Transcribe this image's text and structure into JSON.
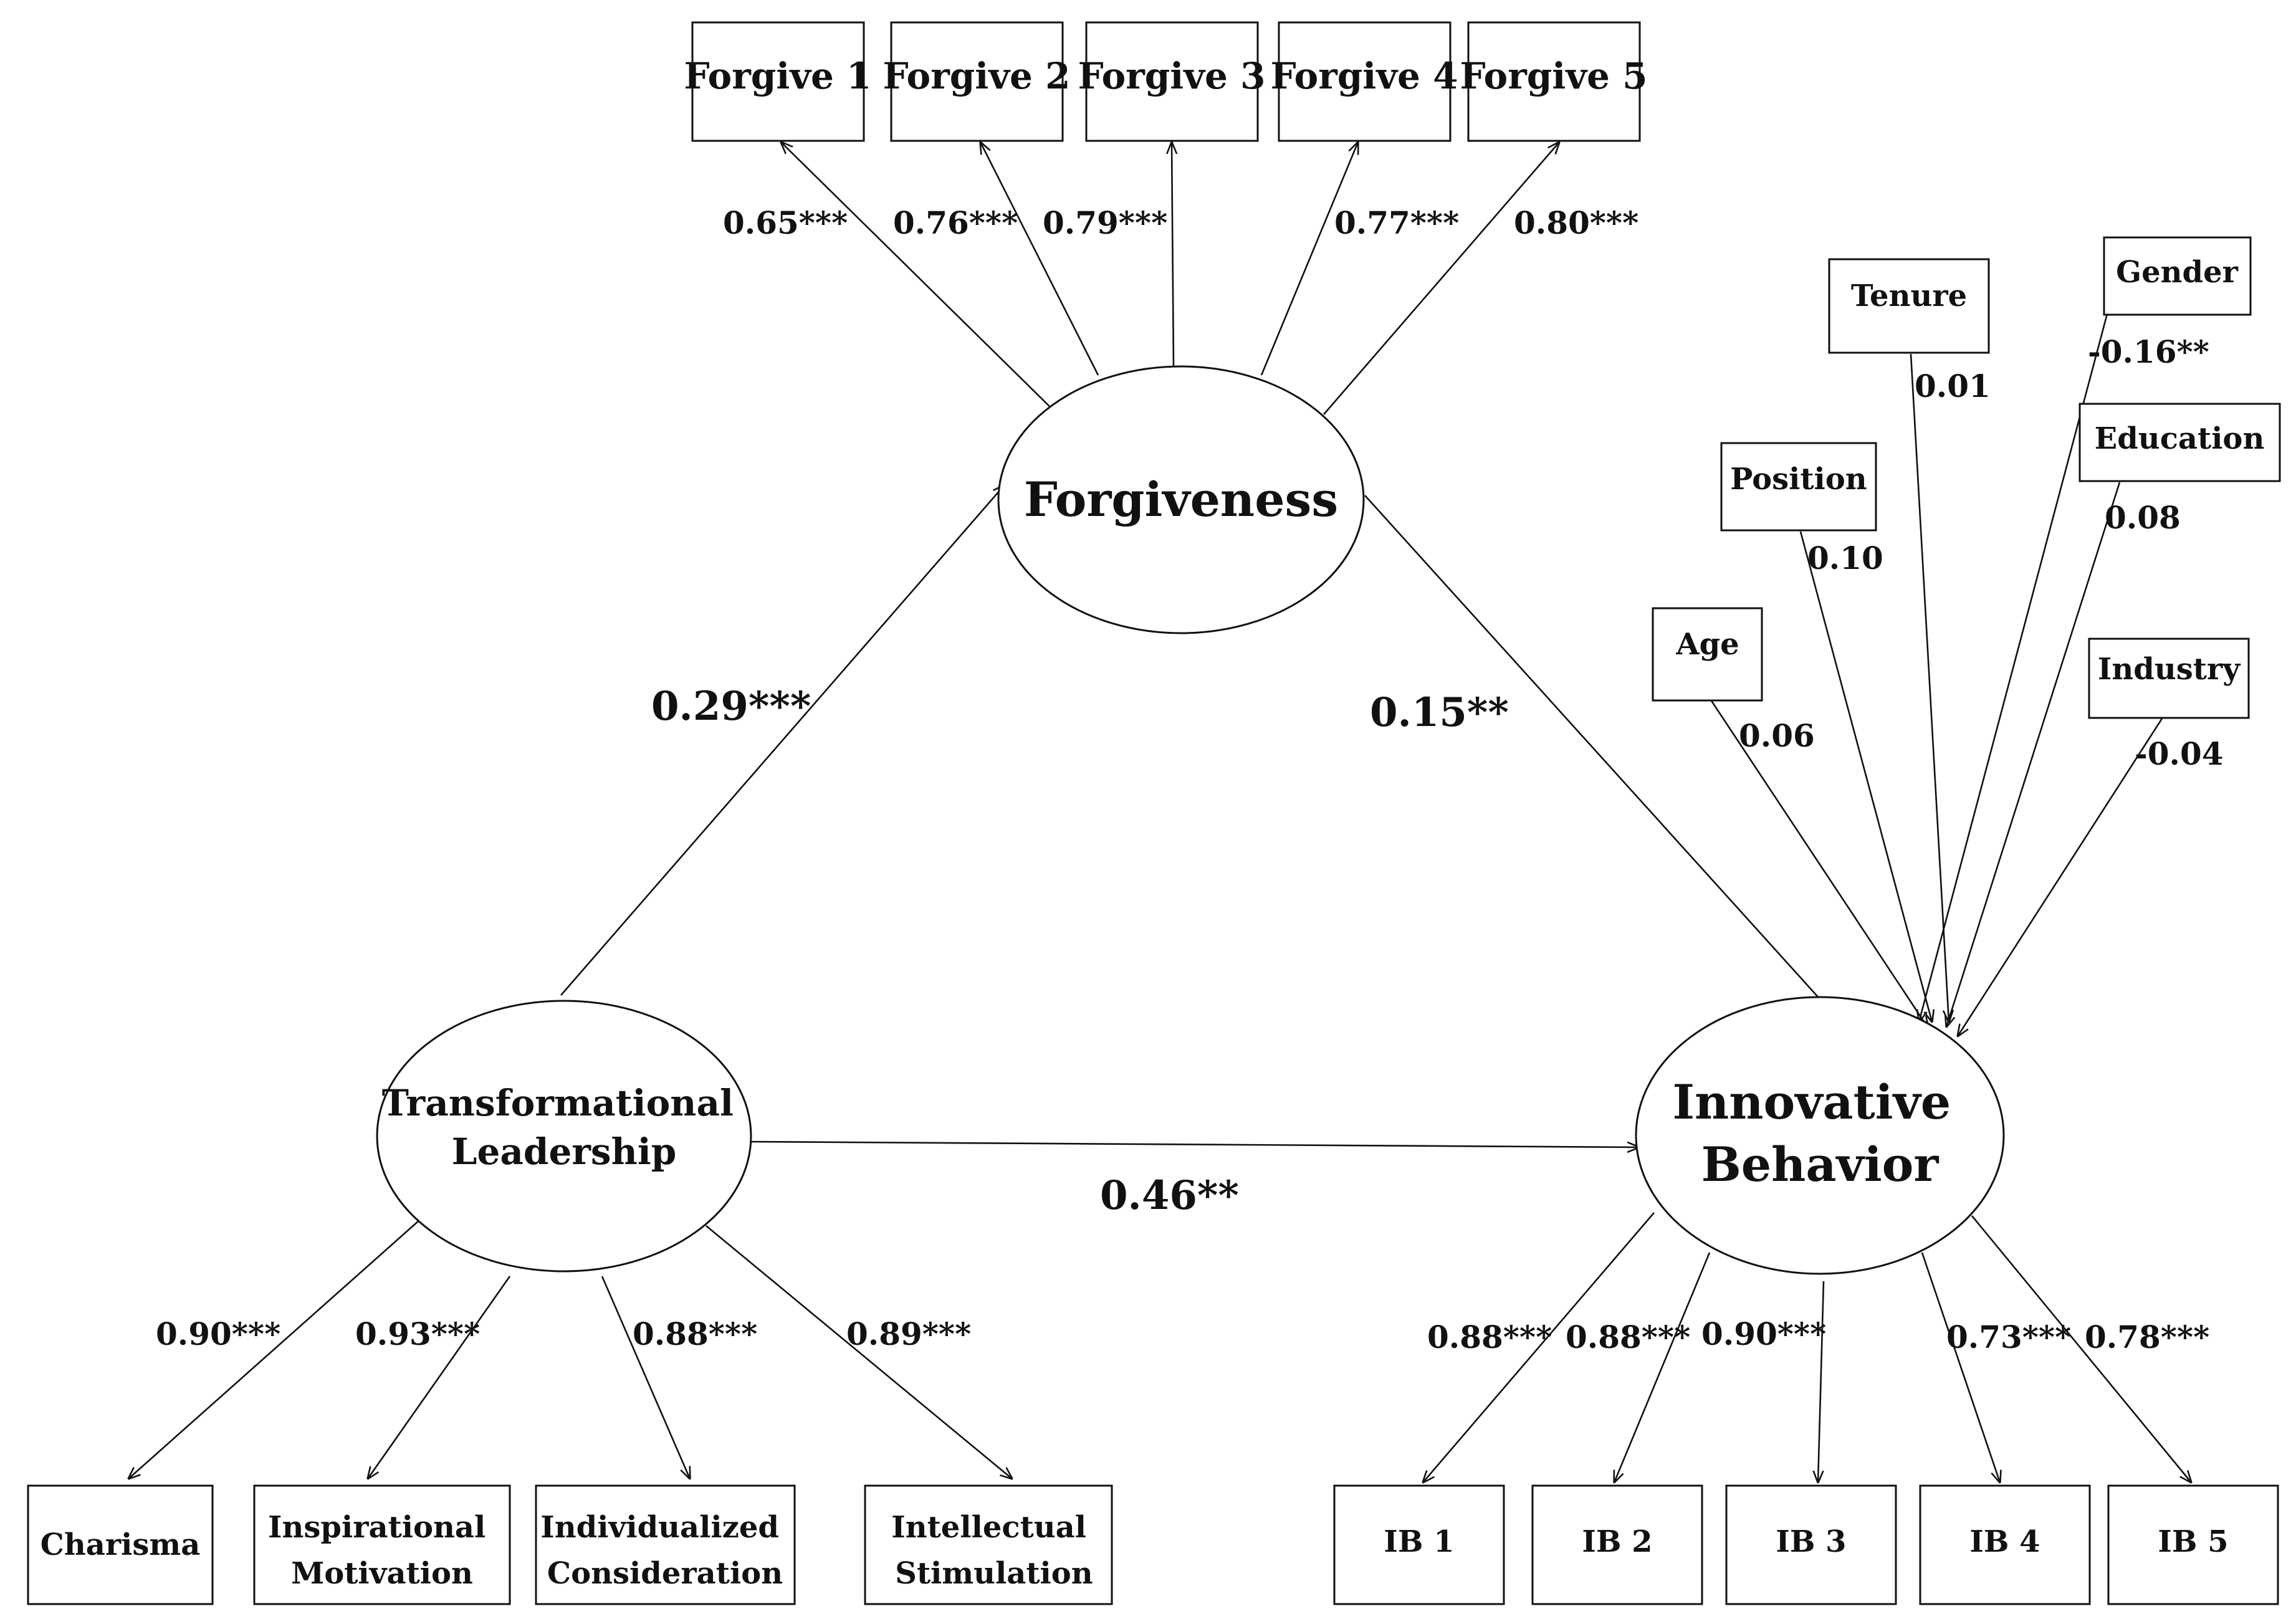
{
  "latent": {
    "forgiveness": "Forgiveness",
    "transformational_leadership": [
      "Transformational",
      "Leadership"
    ],
    "innovative_behavior": [
      "Innovative",
      "Behavior"
    ]
  },
  "indicators": {
    "forgiveness": [
      "Forgive 1",
      "Forgive 2",
      "Forgive 3",
      "Forgive 4",
      "Forgive 5"
    ],
    "transformational_leadership": [
      [
        "Charisma"
      ],
      [
        "Inspirational",
        "Motivation"
      ],
      [
        "Individualized",
        "Consideration"
      ],
      [
        "Intellectual",
        "Stimulation"
      ]
    ],
    "innovative_behavior": [
      "IB 1",
      "IB 2",
      "IB 3",
      "IB 4",
      "IB 5"
    ]
  },
  "controls": [
    "Tenure",
    "Gender",
    "Position",
    "Education",
    "Age",
    "Industry"
  ],
  "loadings": {
    "forgiveness": [
      "0.65***",
      "0.76***",
      "0.79***",
      "0.77***",
      "0.80***"
    ],
    "transformational_leadership": [
      "0.90***",
      "0.93***",
      "0.88***",
      "0.89***"
    ],
    "innovative_behavior": [
      "0.88***",
      "0.88***",
      "0.90***",
      "0.73***",
      "0.78***"
    ]
  },
  "control_coefficients": {
    "Tenure": "0.01",
    "Gender": "-0.16**",
    "Position": "0.10",
    "Education": "0.08",
    "Age": "0.06",
    "Industry": "-0.04"
  },
  "paths": {
    "tl_to_forgiveness": "0.29***",
    "forgiveness_to_ib": "0.15**",
    "tl_to_ib": "0.46**"
  }
}
